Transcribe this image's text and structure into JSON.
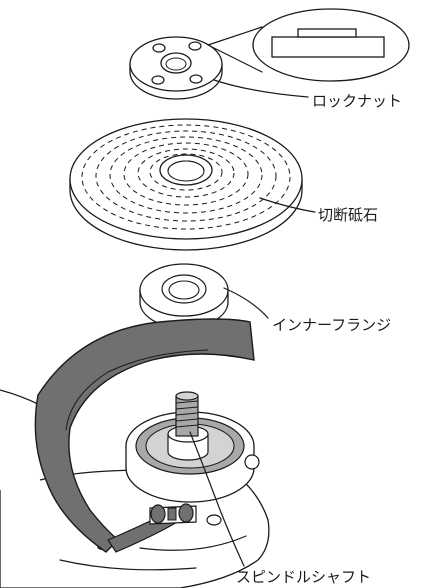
{
  "labels": {
    "lock_nut": "ロックナット",
    "cutting_wheel": "切断砥石",
    "inner_flange": "インナーフランジ",
    "spindle_shaft": "スピンドルシャフト"
  },
  "colors": {
    "line": "#1a1a1a",
    "guard_fill": "#707070",
    "light_gray": "#d3d3d3",
    "mid_gray": "#a8a8a8",
    "white": "#ffffff"
  },
  "icons": {
    "lock_nut_detail": "lock-nut-side-profile-icon"
  }
}
